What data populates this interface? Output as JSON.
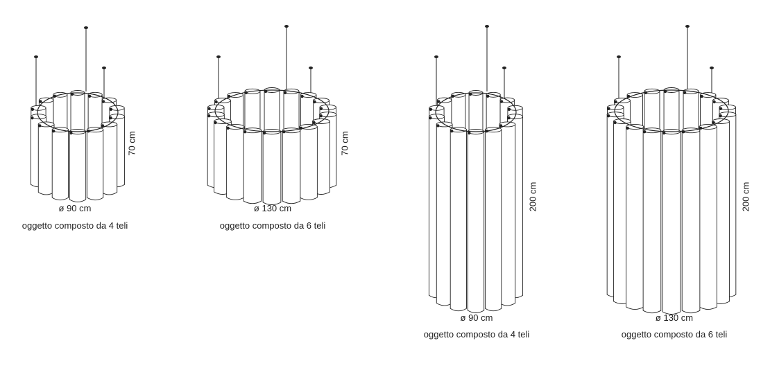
{
  "products": [
    {
      "diameter": "ø 90 cm",
      "height": "70 cm",
      "description": "oggetto composto da 4 teli"
    },
    {
      "diameter": "ø 130 cm",
      "height": "70 cm",
      "description": "oggetto composto da 6 teli"
    },
    {
      "diameter": "ø 90 cm",
      "height": "200 cm",
      "description": "oggetto composto da 4 teli"
    },
    {
      "diameter": "ø 130 cm",
      "height": "200 cm",
      "description": "oggetto composto da 6 teli"
    }
  ],
  "colors": {
    "line": "#222222",
    "fill": "#ffffff"
  }
}
